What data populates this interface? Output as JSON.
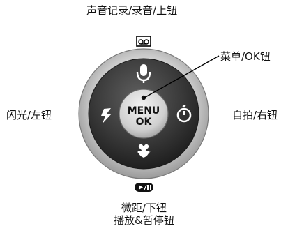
{
  "labels": {
    "top": "声音记录/录音/上钮",
    "menu": "菜单/OK钮",
    "left": "闪光/左钮",
    "right": "自拍/右钮",
    "bottom_line1": "微距/下钮",
    "bottom_line2": "播放&暂停钮"
  },
  "dial": {
    "center_line1": "MENU",
    "center_line2": "OK",
    "icons": {
      "top": "microphone-icon",
      "left": "flash-icon",
      "right": "self-timer-icon",
      "bottom": "macro-flower-icon",
      "above_dial": "voice-memo-icon",
      "below_dial": "play-pause-icon"
    },
    "colors": {
      "outer_ring": "#c9c9c9",
      "dial_dark": "#3a3a3a",
      "center_button": "#d6d6d6"
    }
  }
}
